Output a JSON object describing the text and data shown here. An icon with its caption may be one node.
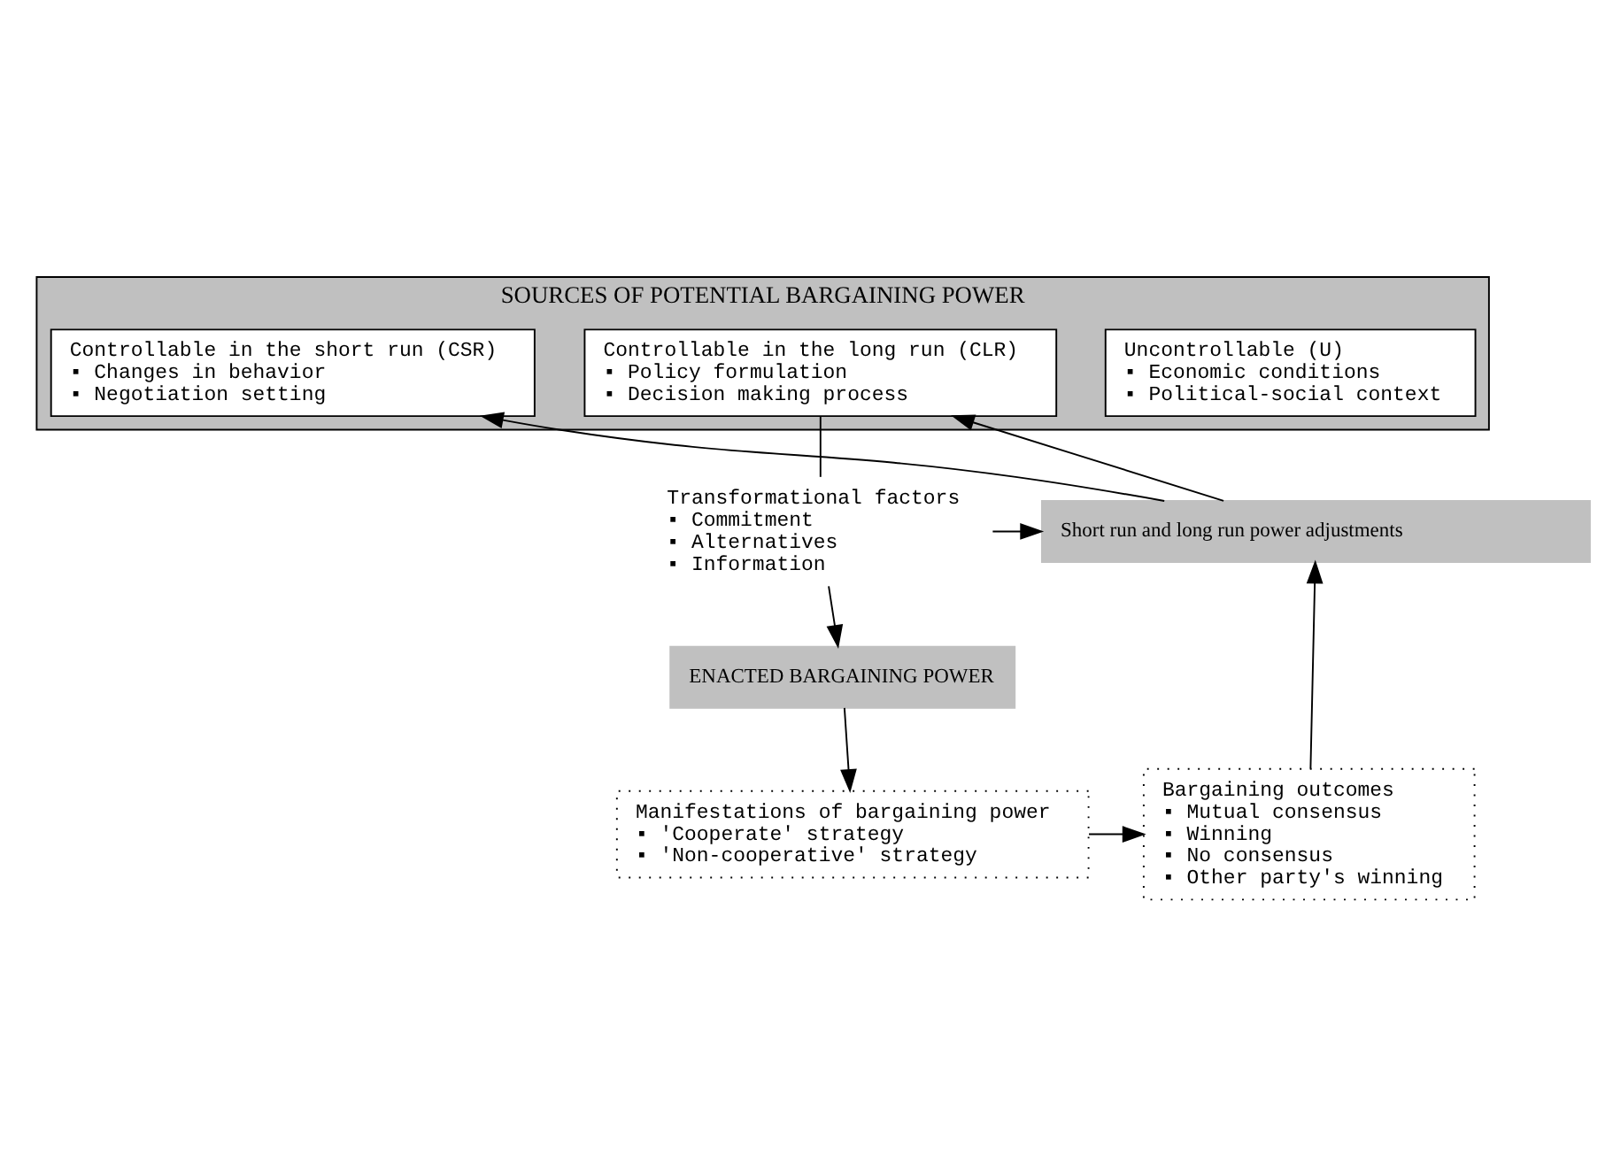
{
  "diagram": {
    "nodes": [
      {
        "text": [
          "SOURCES OF POTENTIAL BARGAINING POWER"
        ]
      },
      {
        "text": [
          "Uncontrollable (U)",
          "▪ Economic conditions",
          "▪ Political-social context"
        ],
        "in": 0
      },
      {
        "text": [
          "Controllable in the long run (CLR)",
          "▪ Policy formulation",
          "▪ Decision making process"
        ],
        "in": 0
      },
      {
        "text": [
          "Controllable in the short run (CSR)",
          "▪ Changes in behavior",
          "▪ Negotiation setting"
        ],
        "in": 0
      },
      {
        "text": [
          "Transformational factors",
          "▪ Commitment",
          "▪ Alternatives",
          "▪ Information"
        ]
      },
      {
        "text": [
          "Short run and long run power adjustments"
        ]
      },
      {
        "text": [
          "ENACTED BARGAINING POWER"
        ]
      },
      {
        "text": [
          "Manifestations of bargaining power",
          "▪ 'Cooperate' strategy",
          "▪ 'Non-cooperative' strategy"
        ]
      },
      {
        "text": [
          "Bargaining outcomes",
          "▪ Mutual consensus",
          "▪ Winning",
          "▪ No consensus",
          "▪ Other party's winning"
        ]
      }
    ],
    "edges": [
      {
        "from": 2,
        "to": 4,
        "arrow": "none"
      },
      {
        "from": 4,
        "to": 6,
        "arrow": "to"
      },
      {
        "from": 6,
        "to": 7,
        "arrow": "to"
      },
      {
        "from": 7,
        "to": 8,
        "arrow": "to"
      },
      {
        "from": 8,
        "to": 5,
        "arrow": "to"
      },
      {
        "from": 4,
        "to": 5,
        "arrow": "to"
      },
      {
        "from": 5,
        "to": 2,
        "arrow": "to"
      },
      {
        "from": 5,
        "to": 3,
        "arrow": "to"
      }
    ]
  }
}
